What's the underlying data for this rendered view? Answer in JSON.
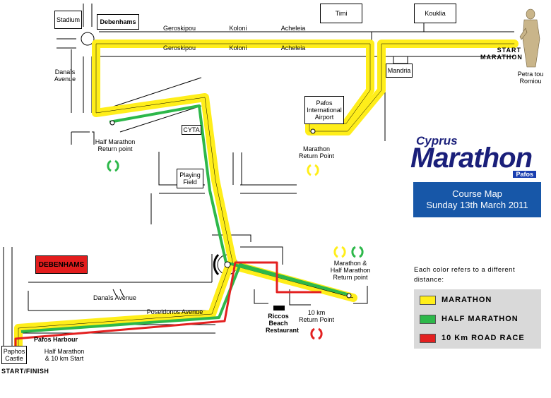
{
  "colors": {
    "marathon": "#ffee1a",
    "half_marathon": "#2db84a",
    "road_race_10k": "#e32020",
    "banner": "#1757a8",
    "brand": "#1a1f7a"
  },
  "places": {
    "stadium": "Stadium",
    "debenhams_top": "Debenhams",
    "geroskipou_1": "Geroskipou",
    "koloni_1": "Koloni",
    "acheleia_1": "Acheleia",
    "geroskipou_2": "Geroskipou",
    "koloni_2": "Koloni",
    "acheleia_2": "Acheleia",
    "timi": "Timi",
    "koukla": "Kouklia",
    "mandria": "Mandria",
    "airport": [
      "Pafos",
      "International",
      "Airport"
    ],
    "danais_avenue_1": [
      "Danaïs",
      "Avenue"
    ],
    "cyta": "CYTA",
    "playing_field": [
      "Playing",
      "Field"
    ],
    "debenhams_red": "DEBENHAMS",
    "danais_avenue_2": "Danaïs Avenue",
    "poseidonos_avenue": "Poseidonos Avenue",
    "pafos_harbour": "Pafos Harbour",
    "pafos_castle": [
      "Paphos",
      "Castle"
    ],
    "riccos": [
      "Riccos",
      "Beach",
      "Restaurant"
    ],
    "petra": [
      "Petra tou",
      "Romiou"
    ]
  },
  "annotations": {
    "start_marathon": [
      "START",
      "MARATHON"
    ],
    "half_return": [
      "Half Marathon",
      "Return point"
    ],
    "marathon_return": [
      "Marathon",
      "Return Point"
    ],
    "combined_return": [
      "Marathon &",
      "Half Marathon",
      "Return point"
    ],
    "tenk_return": [
      "10 km",
      "Return Point"
    ],
    "half_10k_start": [
      "Half Marathon",
      "& 10 km  Start"
    ],
    "start_finish": "START/FINISH"
  },
  "brand": {
    "cyprus": "Cyprus",
    "marathon": "Marathon",
    "pafos": "Pafos"
  },
  "banner": {
    "line1": "Course Map",
    "line2": "Sunday 13th March 2011"
  },
  "legend": {
    "intro": "Each color refers to a different distance:",
    "items": [
      {
        "label": "MARATHON",
        "color": "#ffee1a"
      },
      {
        "label": "HALF MARATHON",
        "color": "#2db84a"
      },
      {
        "label": "10 Km ROAD RACE",
        "color": "#e32020"
      }
    ]
  }
}
